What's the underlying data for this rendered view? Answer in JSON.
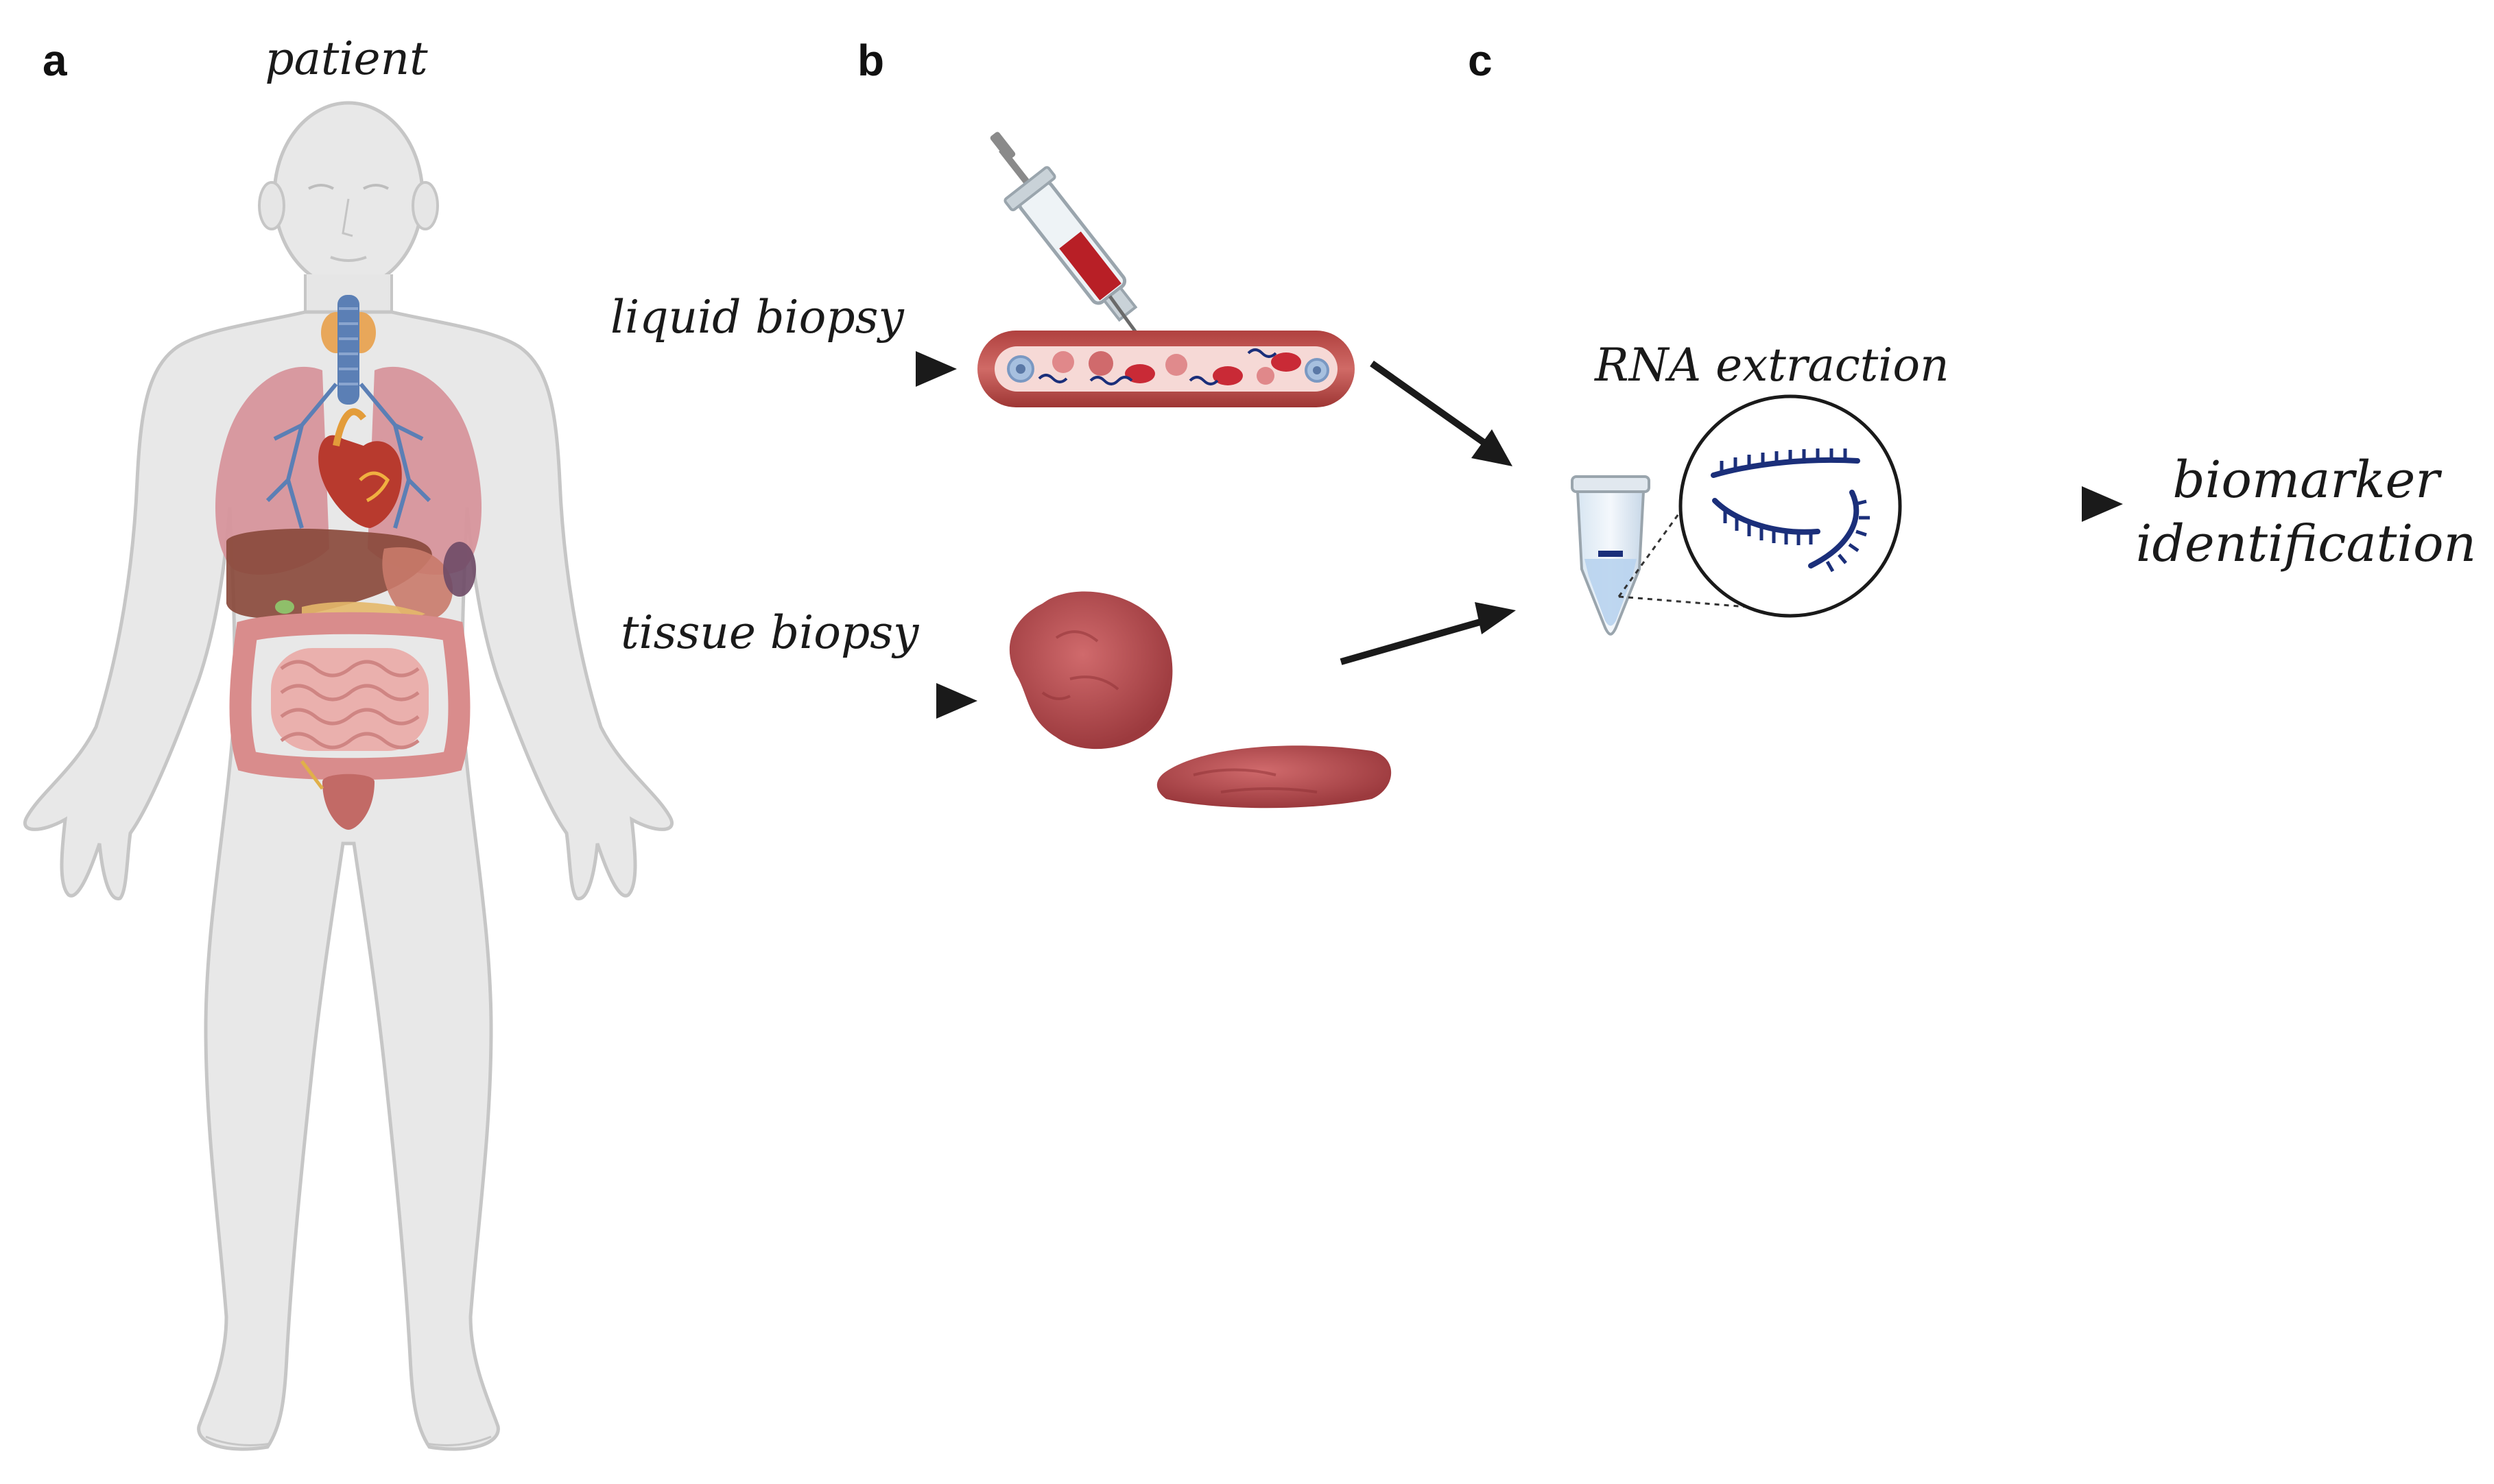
{
  "panels": {
    "a": {
      "letter": "a",
      "caption": "patient"
    },
    "b": {
      "letter": "b",
      "liquid_caption": "liquid biopsy",
      "tissue_caption": "tissue biopsy"
    },
    "c": {
      "letter": "c",
      "extraction_caption": "RNA extraction",
      "result_line1": "biomarker",
      "result_line2": "identification"
    }
  },
  "colors": {
    "body": "#e6e6e6",
    "body_outline": "#c9c9c9",
    "lung": "#d9919a",
    "trachea": "#5b7fb5",
    "liver": "#8a4a3c",
    "intestine": "#e3a2a0",
    "vessel": "#c0504d",
    "blood_cell": "#c92a36",
    "tissue": "#b54a4e",
    "rna": "#1b2f7a",
    "arrow": "#1a1a1a"
  }
}
